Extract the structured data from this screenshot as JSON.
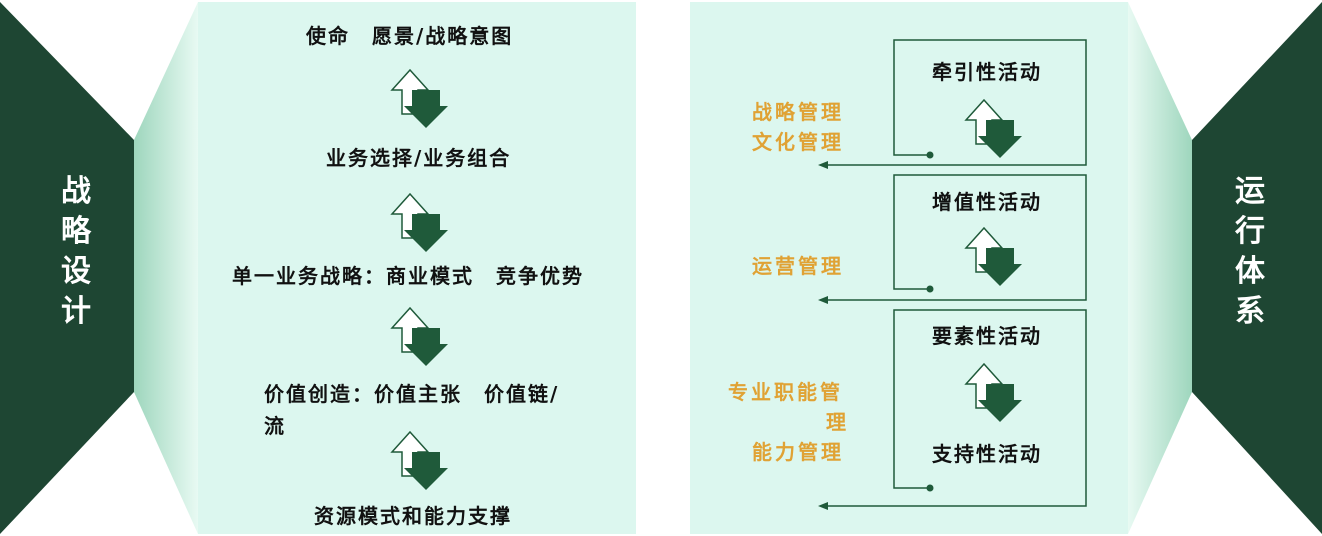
{
  "left_title": "战略设计",
  "right_title": "运行体系",
  "left_steps": [
    "使命　愿景/战略意图",
    "业务选择/业务组合",
    "单一业务战略：商业模式　竞争优势",
    "价值创造：价值主张　价值链/",
    "流",
    "资源模式和能力支撑"
  ],
  "activities": {
    "traction": "牵引性活动",
    "value_add": "增值性活动",
    "element": "要素性活动",
    "support": "支持性活动"
  },
  "management": {
    "strategy_mgmt": "战略管理",
    "culture_mgmt": "文化管理",
    "operation_mgmt": "运营管理",
    "professional_line1": "专业职能管",
    "professional_line2": "理",
    "capability_mgmt": "能力管理"
  },
  "colors": {
    "dark_green": "#1e4633",
    "panel": "#dcf7ef",
    "funnel": "#a8dcc6",
    "orange": "#e0a234",
    "arrow_fill": "#1f5a3a"
  }
}
